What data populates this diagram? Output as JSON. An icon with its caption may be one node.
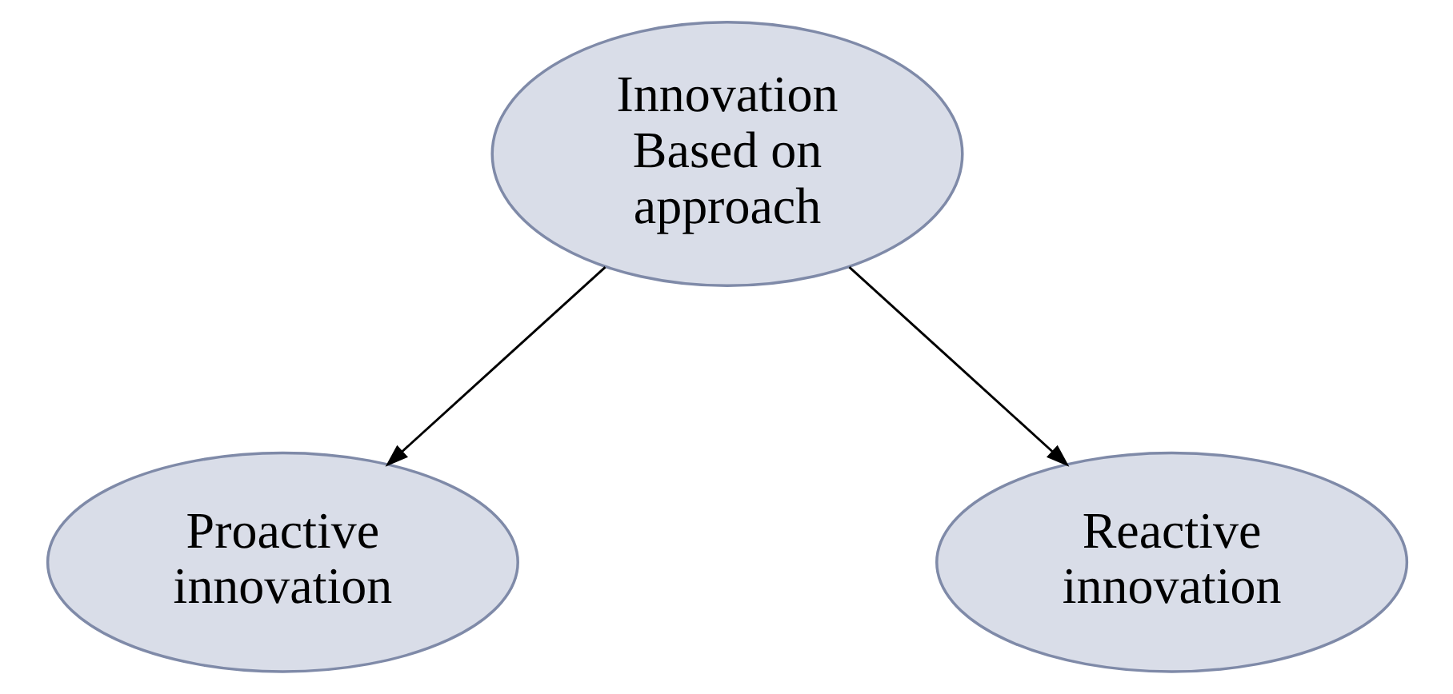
{
  "diagram": {
    "nodes": [
      {
        "text": [
          "Innovation Based on approach"
        ]
      },
      {
        "text": [
          "Proactive innovation"
        ]
      },
      {
        "text": [
          "Reactive innovation"
        ]
      }
    ],
    "edges": [
      {
        "from": 0,
        "to": 1,
        "arrow": "to"
      },
      {
        "from": 0,
        "to": 2,
        "arrow": "to"
      }
    ]
  }
}
